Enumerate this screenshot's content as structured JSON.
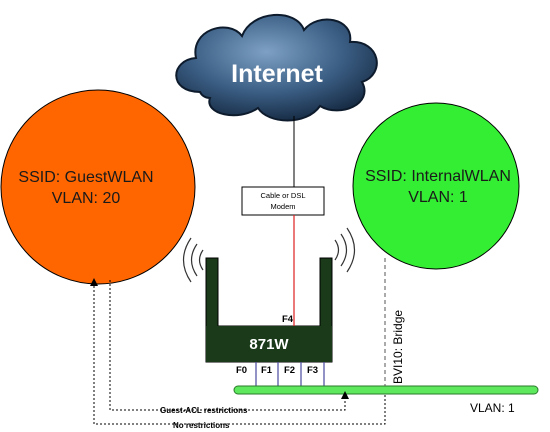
{
  "cloud": {
    "label": "Internet"
  },
  "guest_wlan": {
    "ssid_line": "SSID: GuestWLAN",
    "vlan_line": "VLAN: 20"
  },
  "internal_wlan": {
    "ssid_line": "SSID: InternalWLAN",
    "vlan_line": "VLAN: 1"
  },
  "modem": {
    "line1": "Cable or DSL",
    "line2": "Modem"
  },
  "router": {
    "label": "871W",
    "wan_port": "F4",
    "ports": [
      "F0",
      "F1",
      "F2",
      "F3"
    ]
  },
  "bvi": {
    "label": "BVI10: Bridge"
  },
  "vlan_bar": {
    "label": "VLAN: 1"
  },
  "paths": {
    "guest_acl": "Guest-ACL restrictions",
    "no_restrictions": "No restrictions"
  },
  "colors": {
    "guest_circle": "#ff6600",
    "internal_circle": "#33ee33",
    "router": "#1a3a1a",
    "vlan_bar": "#5ee85e",
    "cloud_dark": "#1f3a5a",
    "cloud_light": "#6b8fb5",
    "wan_line": "#e02020",
    "port_line": "#4a4aa0"
  }
}
